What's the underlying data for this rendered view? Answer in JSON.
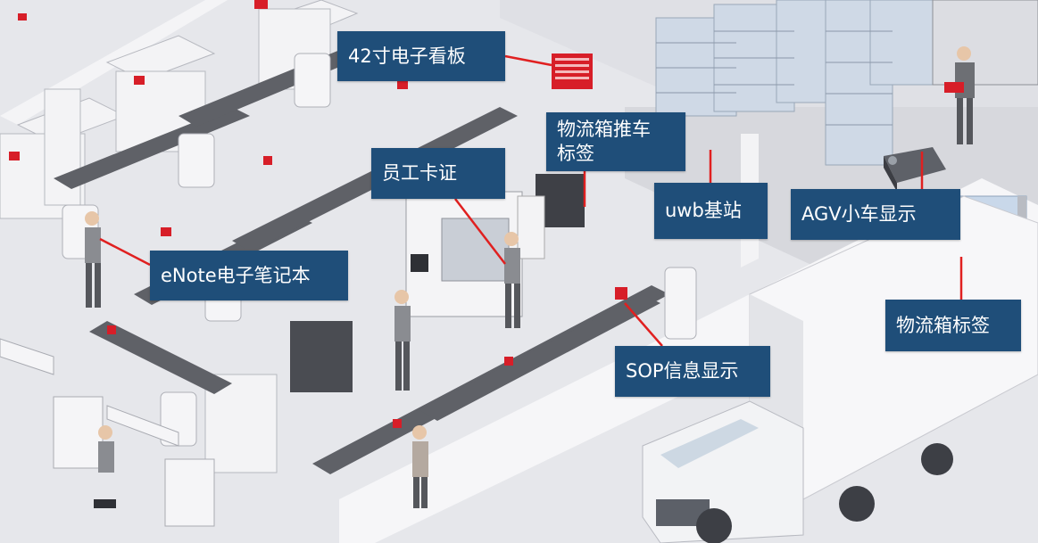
{
  "colors": {
    "label_bg": "#1f4e79",
    "label_text": "#ffffff",
    "leader_line": "#e02020",
    "floor": "#e9eaee"
  },
  "labels": {
    "kanban": "42寸电子看板",
    "cart_tag": "物流箱推车\n标签",
    "badge": "员工卡证",
    "uwb": "uwb基站",
    "agv": "AGV小车显示",
    "enote": "eNote电子笔记本",
    "box_tag": "物流箱标签",
    "sop": "SOP信息显示"
  }
}
